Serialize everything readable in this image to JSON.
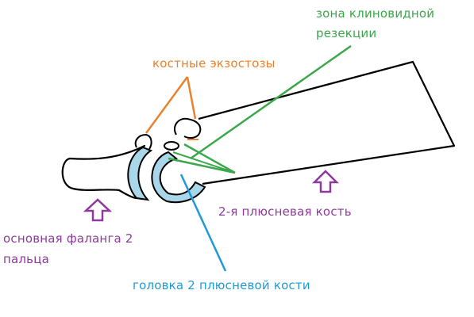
{
  "labels": {
    "zone_line1": "зона клиновидной",
    "zone_line2": "резекции",
    "exostoses": "костные экзостозы",
    "metatarsal": "2-я плюсневая кость",
    "phalanx_line1": "основная фаланга 2",
    "phalanx_line2": "пальца",
    "head": "головка 2 плюсневой кости"
  },
  "colors": {
    "outline": "#000000",
    "zone": "#3aa84a",
    "exostoses": "#e8822e",
    "arrows": "#8e3a9c",
    "head": "#1e9bd7",
    "cartilage_fill": "#a9d6e8"
  }
}
